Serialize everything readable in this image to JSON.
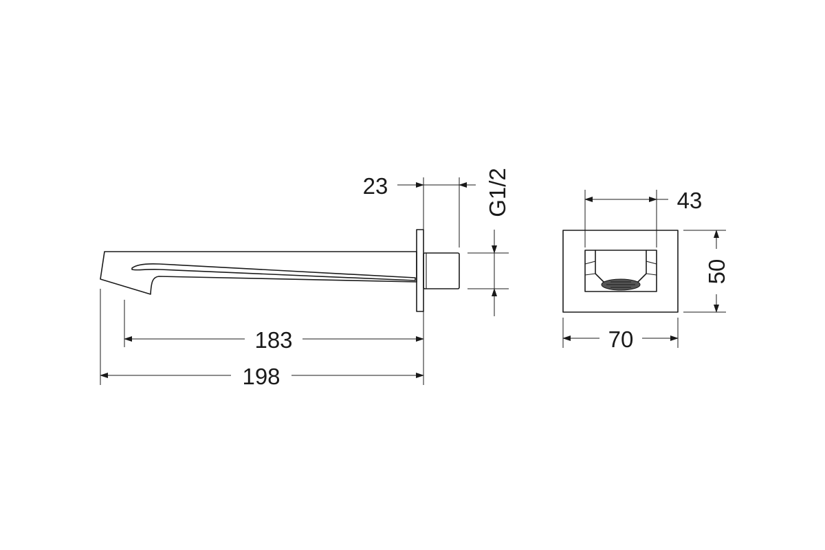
{
  "dimensions": {
    "overall_length": "198",
    "spout_length": "183",
    "wall_plate_depth": "23",
    "thread": "G1/2",
    "outlet_width": "43",
    "plate_height": "50",
    "plate_width": "70"
  },
  "colors": {
    "line": "#1a1a1a",
    "background": "#ffffff"
  }
}
